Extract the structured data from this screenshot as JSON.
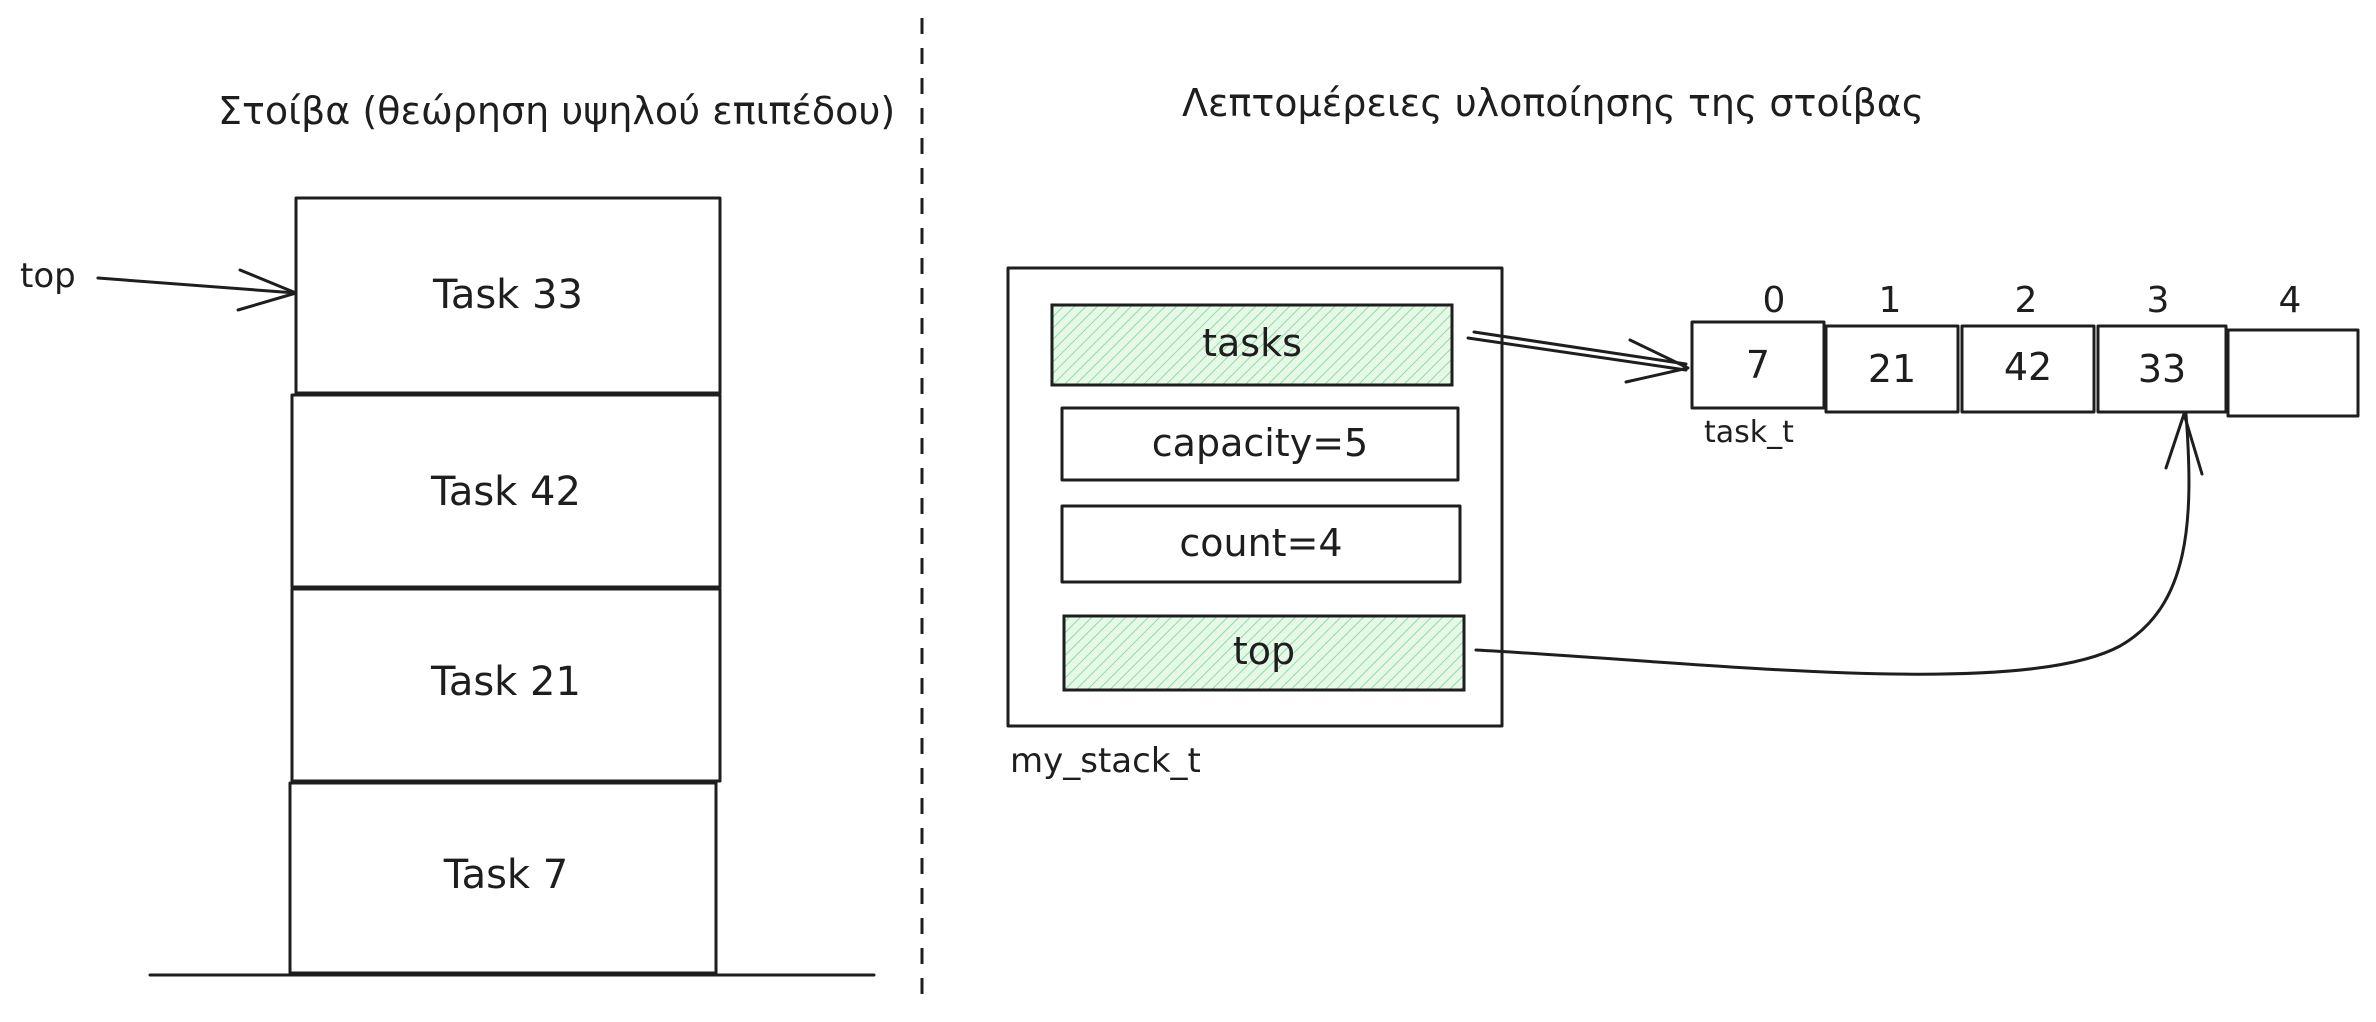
{
  "left": {
    "title": "Στοίβα (θεώρηση υψηλού επιπέδου)",
    "top_pointer_label": "top",
    "stack_items": [
      "Task 33",
      "Task 42",
      "Task 21",
      "Task 7"
    ]
  },
  "right": {
    "title": "Λεπτομέρειες υλοποίησης της στοίβας",
    "struct_caption": "my_stack_t",
    "fields": {
      "tasks": "tasks",
      "capacity": "capacity=5",
      "count": "count=4",
      "top": "top"
    },
    "array": {
      "indices": [
        "0",
        "1",
        "2",
        "3",
        "4"
      ],
      "values": [
        "7",
        "21",
        "42",
        "33",
        ""
      ],
      "type_caption": "task_t"
    }
  },
  "colors": {
    "ink": "#1e1e1e",
    "highlight_fill": "#b2f2bb",
    "background": "#ffffff"
  }
}
